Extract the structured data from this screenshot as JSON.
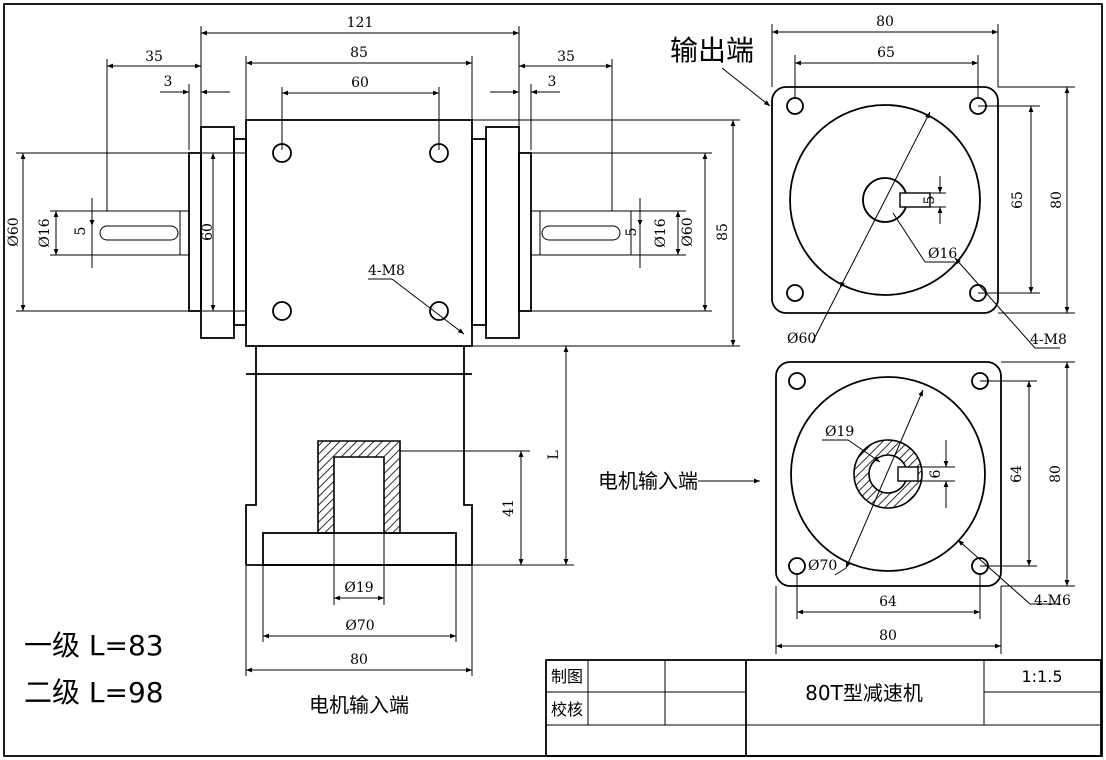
{
  "views": {
    "output_label": "输出端",
    "motor_input_side": "电机输入端",
    "motor_input_bottom": "电机输入端"
  },
  "stages": {
    "one": "一级 L=83",
    "two": "二级 L=98"
  },
  "dims": {
    "d121": "121",
    "d85top": "85",
    "d60top": "60",
    "d35l": "35",
    "d35r": "35",
    "d3l": "3",
    "d3r": "3",
    "d60left": "Ø60",
    "d16left": "Ø16",
    "d5left": "5",
    "d60mid": "60",
    "d5right": "5",
    "d16right": "Ø16",
    "d60right": "Ø60",
    "d85right": "85",
    "m8front": "4-M8",
    "dL": "L",
    "d41": "41",
    "d19bot": "Ø19",
    "d70bot": "Ø70",
    "d80bot": "80",
    "o80top": "80",
    "o65top": "65",
    "o65side": "65",
    "o80side": "80",
    "o5": "5",
    "o16": "Ø16",
    "o60": "Ø60",
    "om8": "4-M8",
    "i19": "Ø19",
    "i6": "6",
    "i64side": "64",
    "i80side": "80",
    "i70": "Ø70",
    "im6": "4-M6",
    "i64bot": "64",
    "i80bot": "80"
  },
  "title_block": {
    "drawn": "制图",
    "checked": "校核",
    "title": "80T型减速机",
    "scale": "1:1.5"
  }
}
